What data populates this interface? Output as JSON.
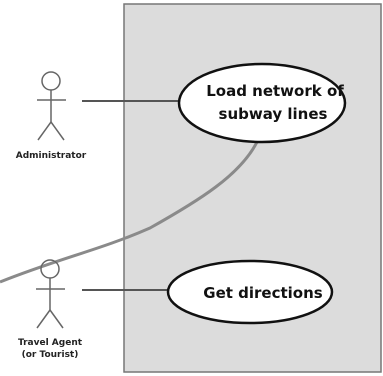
{
  "colors": {
    "system_boundary_fill": "#dcdcdc",
    "system_boundary_stroke": "#777777",
    "line": "#555555",
    "curve": "#8a8a8a",
    "use_case_fill": "#ffffff",
    "use_case_stroke": "#111111",
    "actor_stroke": "#666666"
  },
  "actors": [
    {
      "name": "Administrator"
    },
    {
      "lines": [
        "Travel Agent",
        "(or Tourist)"
      ]
    }
  ],
  "use_cases": [
    {
      "lines": [
        "Load network of",
        "subway lines"
      ]
    },
    {
      "lines": [
        "Get directions"
      ]
    }
  ]
}
